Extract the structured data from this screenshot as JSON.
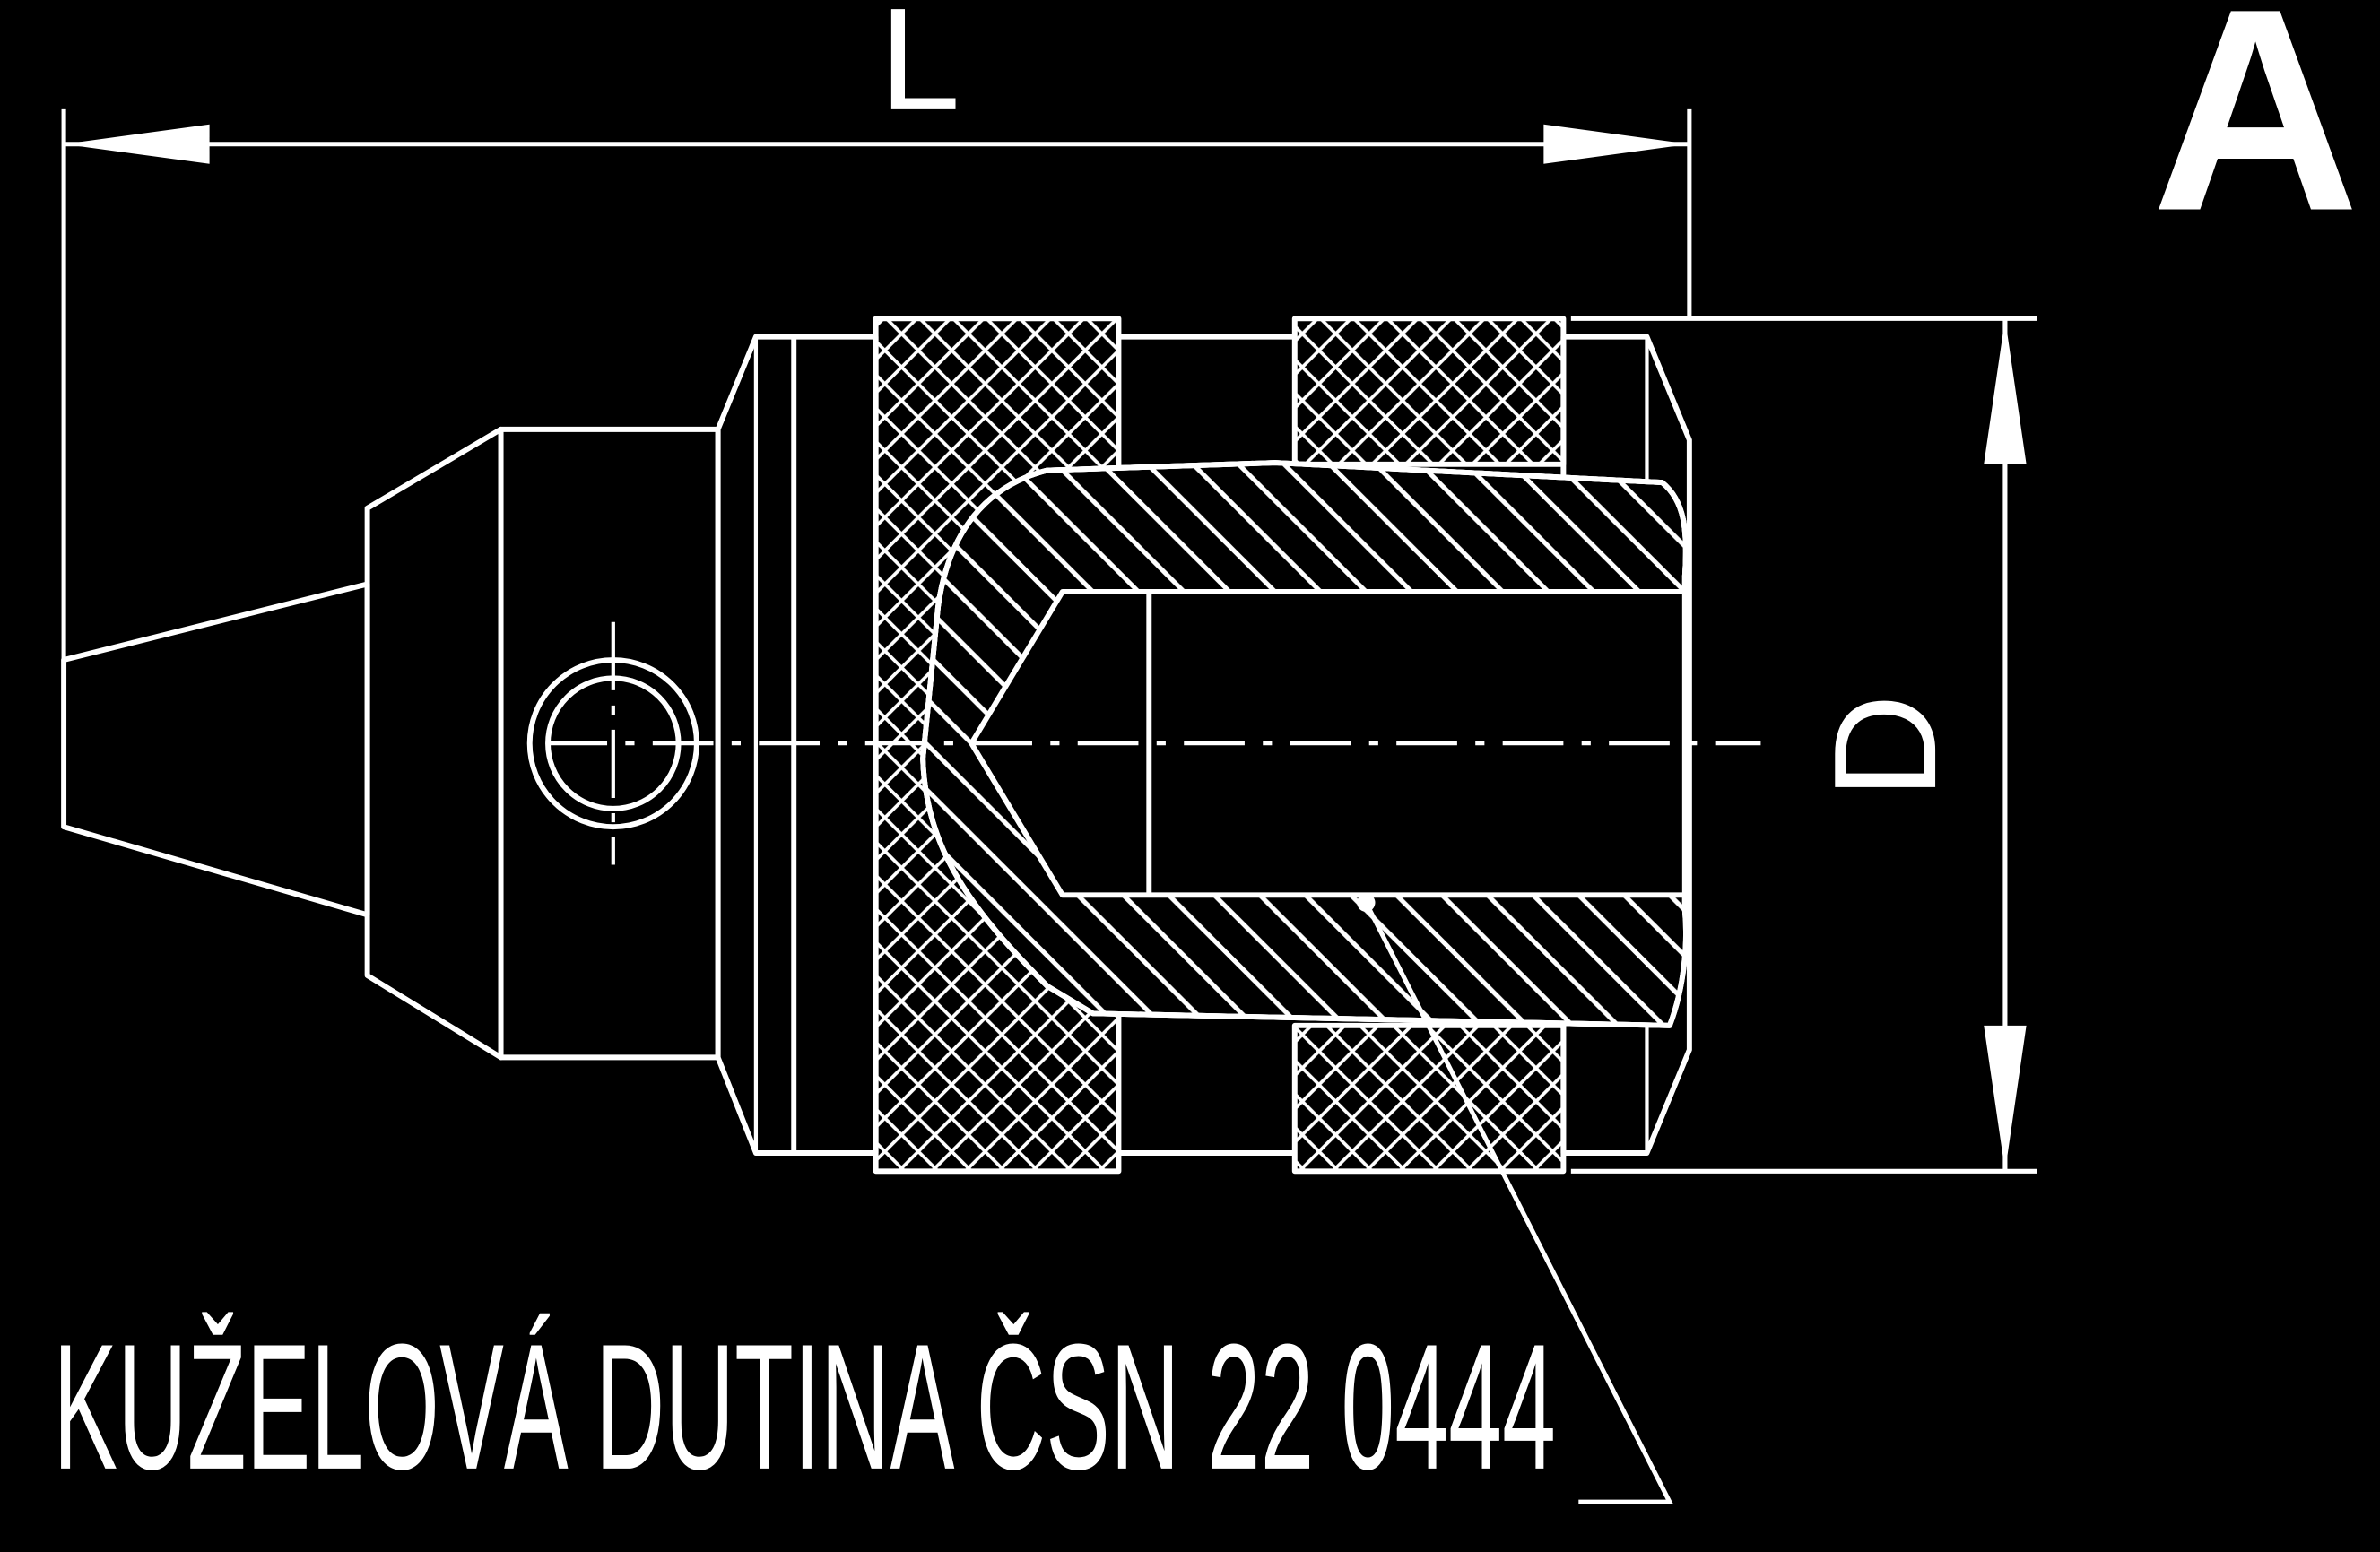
{
  "view_letter": "A",
  "dimensions": {
    "length_label": "L",
    "diameter_label": "D"
  },
  "callout": {
    "text": "KUŽELOVÁ DUTINA ČSN 22 0444"
  },
  "colors": {
    "background": "#000000",
    "lines": "#ffffff"
  }
}
